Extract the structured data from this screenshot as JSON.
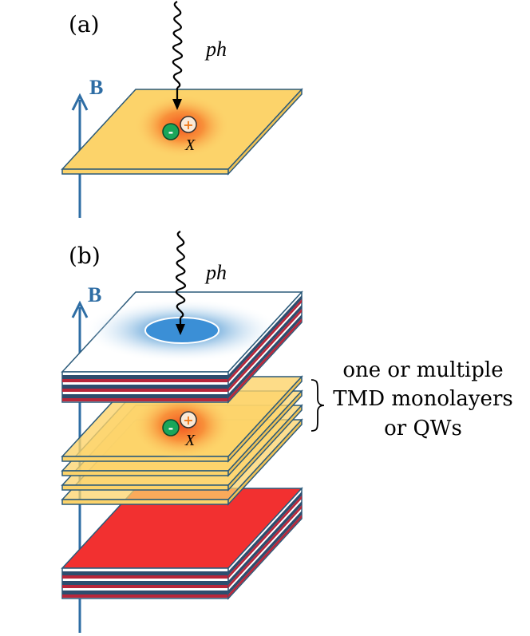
{
  "panel_a": {
    "label": "(a)",
    "field_label": "B",
    "photon_label": "ph",
    "exciton_label": "X",
    "electron_sign": "-",
    "hole_sign": "+"
  },
  "panel_b": {
    "label": "(b)",
    "field_label": "B",
    "photon_label": "ph",
    "exciton_label": "X",
    "electron_sign": "-",
    "hole_sign": "+",
    "brace_text": [
      "one or multiple",
      "TMD monolayers",
      "or QWs"
    ]
  },
  "colors": {
    "layer_yellow": "#fcd36a",
    "layer_edge": "#2b5a7a",
    "field_arrow": "#2e6da4",
    "mirror_red": "#f23030",
    "mirror_stripe_dark": "#2d4d6e",
    "mirror_stripe_red": "#b8263a",
    "cavity_blue": "#3b8fd6",
    "electron_green": "#1aa65a",
    "hole_orange": "#f07a1a",
    "glow_orange": "#f77a2a"
  }
}
